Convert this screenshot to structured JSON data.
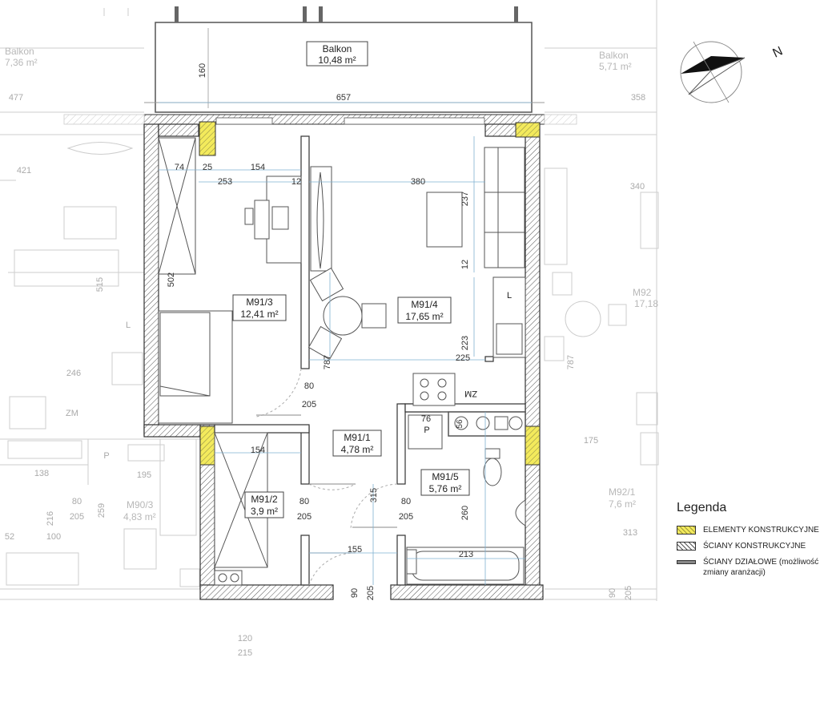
{
  "rooms": {
    "balkon": {
      "name": "Balkon",
      "area": "10,48 m²"
    },
    "pokoj": {
      "name": "M91/3",
      "area": "12,41 m²"
    },
    "salon": {
      "name": "M91/4",
      "area": "17,65 m²"
    },
    "korytarz": {
      "name": "M91/1",
      "area": "4,78 m²"
    },
    "lazienka": {
      "name": "M91/5",
      "area": "5,76 m²"
    },
    "garderoba": {
      "name": "M91/2",
      "area": "3,9 m²"
    }
  },
  "neighbors": {
    "balkon_left": {
      "name": "Balkon",
      "area": "7,36 m²"
    },
    "balkon_right": {
      "name": "Balkon",
      "area": "5,71 m²"
    },
    "m92": {
      "name": "M92",
      "area": "17,18"
    },
    "m92_1": {
      "name": "M92/1",
      "area": "7,6 m²"
    },
    "m90_3": {
      "name": "M90/3",
      "area": "4,83 m²"
    }
  },
  "dims": {
    "d160": "160",
    "d657": "657",
    "d477": "477",
    "d358": "358",
    "d74": "74",
    "d25": "25",
    "d154a": "154",
    "d253": "253",
    "d12a": "12",
    "d380": "380",
    "d237": "237",
    "d12b": "12",
    "d421": "421",
    "d340": "340",
    "d502": "502",
    "d515": "515",
    "d787a": "787",
    "d787b": "787",
    "d223": "223",
    "d225": "225",
    "d246": "246",
    "d80a": "80",
    "d205a": "205",
    "d76": "76",
    "d56": "56",
    "d154b": "154",
    "d175": "175",
    "d138": "138",
    "d195": "195",
    "d80b": "80",
    "d205b": "205",
    "d80c": "80",
    "d205c": "205",
    "d315": "315",
    "d260": "260",
    "d259": "259",
    "d216": "216",
    "d80d": "80",
    "d205d": "205",
    "d52": "52",
    "d100": "100",
    "d155": "155",
    "d213": "213",
    "d313": "313",
    "d90a": "90",
    "d205e": "205",
    "d90b": "90",
    "d205f": "205",
    "d120": "120",
    "d215": "215"
  },
  "symbols": {
    "zm_main": "ZM",
    "zm_left": "ZM",
    "p_main": "P",
    "p_left": "P",
    "l_kitchen": "L",
    "l_left": "L"
  },
  "compass": {
    "north": "N"
  },
  "legend": {
    "title": "Legenda",
    "items": [
      {
        "label": "ELEMENTY KONSTRUKCYJNE",
        "swatch": "yellow"
      },
      {
        "label": "ŚCIANY KONSTRUKCYJNE",
        "swatch": "hatch"
      },
      {
        "label": "ŚCIANY DZIAŁOWE (możliwość zmiany aranżacji)",
        "swatch": "line"
      }
    ]
  },
  "colors": {
    "structural": "#f3ea5c",
    "wall": "#5a5a5a",
    "ghost": "#b8b8b8"
  }
}
